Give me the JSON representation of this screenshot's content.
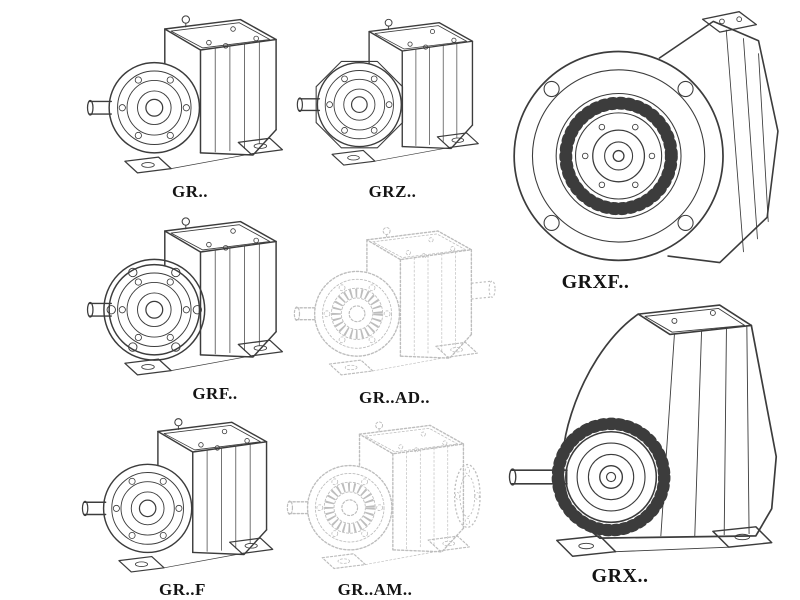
{
  "catalog": {
    "items": [
      {
        "label": "GR..",
        "line_style": "solid"
      },
      {
        "label": "GRZ..",
        "line_style": "solid"
      },
      {
        "label": "GRXF..",
        "line_style": "solid"
      },
      {
        "label": "GRF..",
        "line_style": "solid"
      },
      {
        "label": "GR..AD..",
        "line_style": "dashed"
      },
      {
        "label": "GR..F",
        "line_style": "solid"
      },
      {
        "label": "GR..AM..",
        "line_style": "dashed"
      },
      {
        "label": "GRX..",
        "line_style": "solid"
      }
    ],
    "colors": {
      "ink": "#3c3c3c",
      "ghost": "#bdbdbd",
      "background": "#ffffff"
    }
  }
}
